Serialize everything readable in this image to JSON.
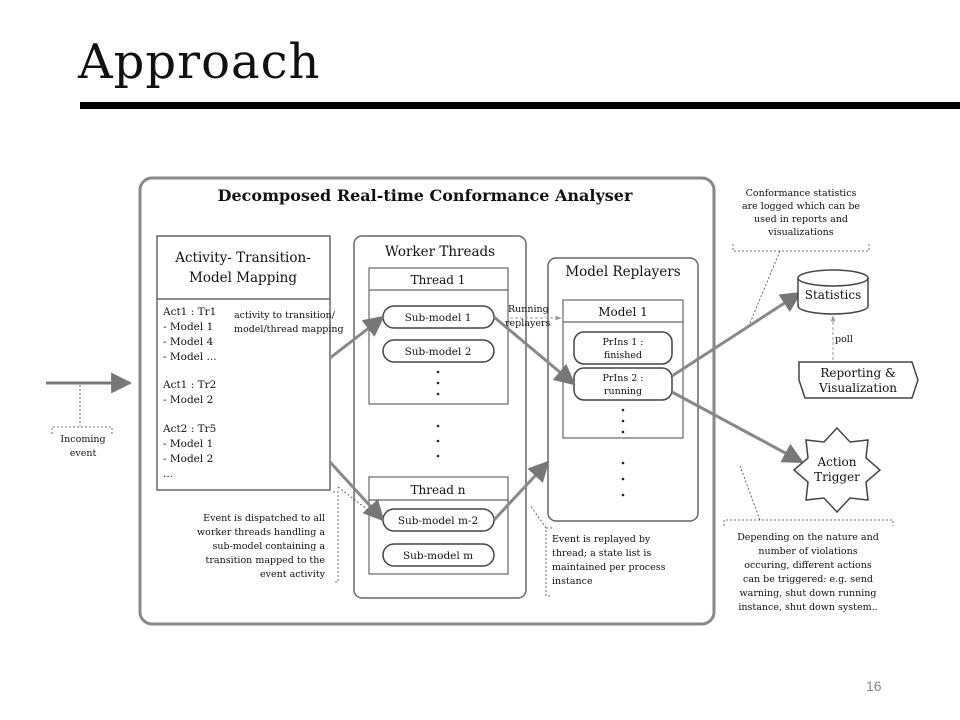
{
  "slide": {
    "title": "Approach",
    "page_number": "16"
  },
  "diagram": {
    "main_title": "Decomposed Real-time Conformance Analyser",
    "mapping": {
      "title_line1": "Activity- Transition-",
      "title_line2": "Model Mapping",
      "lines": [
        "Act1 : Tr1",
        " - Model 1",
        " - Model 4",
        " - Model ...",
        "",
        "Act1 : Tr2",
        "  - Model 2",
        "",
        "Act2 : Tr5",
        " - Model 1",
        " - Model 2",
        "          ..."
      ]
    },
    "mapping_arrow_label": [
      "activity to transition/",
      "model/thread mapping"
    ],
    "worker_threads": {
      "title": "Worker Threads",
      "thread1": {
        "title": "Thread 1",
        "items": [
          "Sub-model 1",
          "Sub-model 2"
        ]
      },
      "threadn": {
        "title": "Thread n",
        "items": [
          "Sub-model m-2",
          "Sub-model m"
        ]
      }
    },
    "running_label": [
      "Running",
      "replayers"
    ],
    "model_replayers": {
      "title": "Model Replayers",
      "model1": {
        "title": "Model 1",
        "prins1": [
          "PrIns 1 :",
          "finished"
        ],
        "prins2": [
          "PrIns 2 :",
          "running"
        ]
      }
    },
    "statistics": "Statistics",
    "poll": "poll",
    "reporting": [
      "Reporting &",
      "Visualization"
    ],
    "action_trigger": [
      "Action",
      "Trigger"
    ],
    "incoming_event": [
      "Incoming",
      "event"
    ],
    "notes": {
      "stats_note": [
        "Conformance statistics",
        "are logged which can be",
        "used in reports and",
        "visualizations"
      ],
      "dispatch_note": [
        "Event is dispatched to all",
        "worker threads handling a",
        "sub-model containing a",
        "transition mapped to the",
        "event activity"
      ],
      "replay_note": [
        "Event is replayed by",
        "thread; a state list is",
        "maintained per process",
        "instance"
      ],
      "action_note": [
        "Depending on the nature and",
        "number of violations",
        "occuring, different actions",
        "can be triggered: e.g. send",
        "warning, shut down running",
        "instance, shut down system.."
      ]
    }
  }
}
